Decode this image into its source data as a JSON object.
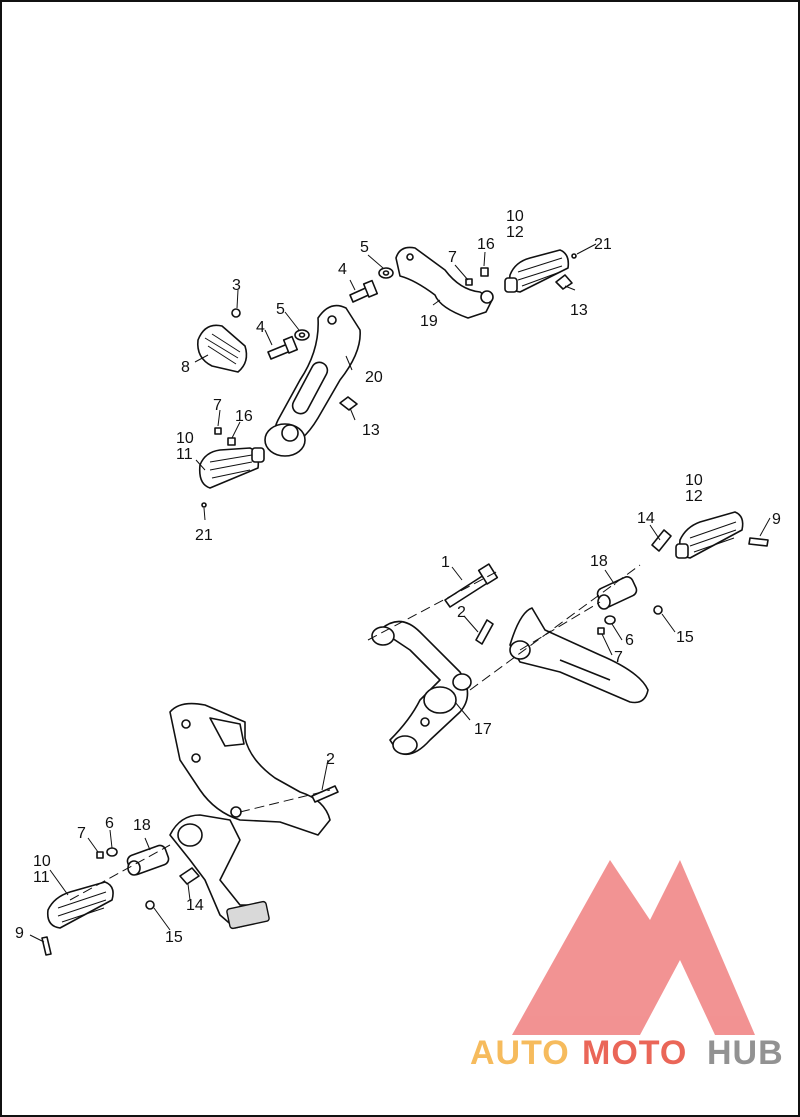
{
  "labels": {
    "l1": "1",
    "l2a": "2",
    "l2b": "2",
    "l3": "3",
    "l4a": "4",
    "l4b": "4",
    "l5a": "5",
    "l5b": "5",
    "l6a": "6",
    "l6b": "6",
    "l7a": "7",
    "l7b": "7",
    "l7c": "7",
    "l7d": "7",
    "l8": "8",
    "l9a": "9",
    "l9b": "9",
    "l10a": "10",
    "l10b": "10",
    "l10c": "10",
    "l10d": "10",
    "l11a": "11",
    "l11b": "11",
    "l12a": "12",
    "l12b": "12",
    "l13a": "13",
    "l13b": "13",
    "l14a": "14",
    "l14b": "14",
    "l15a": "15",
    "l15b": "15",
    "l16a": "16",
    "l16b": "16",
    "l17": "17",
    "l18a": "18",
    "l18b": "18",
    "l19": "19",
    "l20": "20",
    "l21a": "21",
    "l21b": "21"
  },
  "watermark": {
    "part1": "AUTO",
    "part2": "MOTO",
    "part3": "HUB",
    "color1": "#f5b041",
    "color2": "#e74c3c",
    "color3": "#7f7f7f",
    "triangle_color": "#f08080"
  }
}
